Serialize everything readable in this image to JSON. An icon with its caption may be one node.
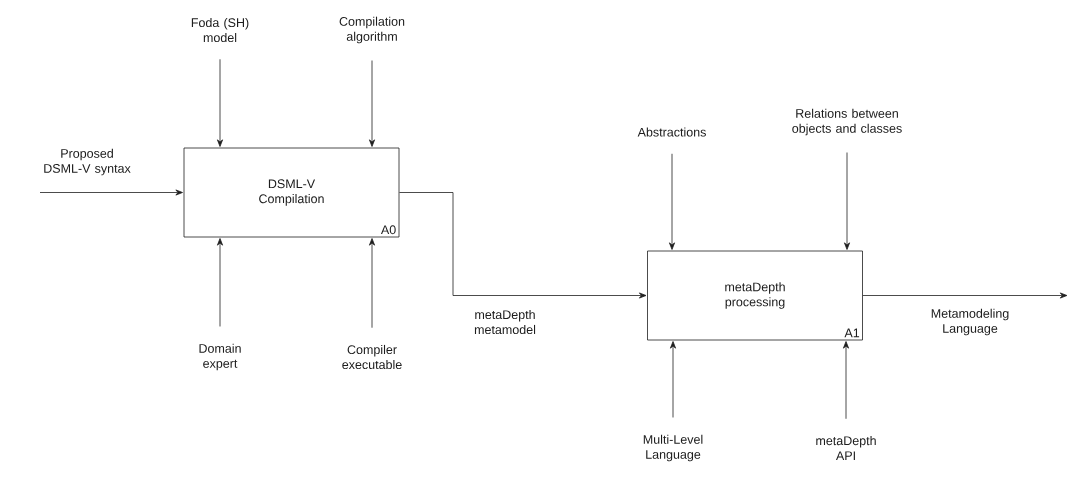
{
  "diagram": {
    "nodes": [
      {
        "text": [
          "Foda (SH) model"
        ]
      },
      {
        "text": [
          "Compilation algorithm"
        ]
      },
      {
        "text": [
          "DSML-V Compilation",
          "A0"
        ]
      },
      {
        "text": [
          "Domain expert"
        ]
      },
      {
        "text": [
          "Compiler executable"
        ]
      },
      {
        "text": [
          "Abstractions"
        ]
      },
      {
        "text": [
          "Relations between objects and classes"
        ]
      },
      {
        "text": [
          "metaDepth processing",
          "A1"
        ]
      },
      {
        "text": [
          "Multi-Level Language"
        ]
      },
      {
        "text": [
          "metaDepth API"
        ]
      }
    ],
    "edges": [
      {
        "from": null,
        "to": 2,
        "arrow": "to",
        "label": "Proposed DSML-V syntax"
      },
      {
        "from": 0,
        "to": 2,
        "arrow": "to"
      },
      {
        "from": 1,
        "to": 2,
        "arrow": "to"
      },
      {
        "from": 3,
        "to": 2,
        "arrow": "to"
      },
      {
        "from": 4,
        "to": 2,
        "arrow": "to"
      },
      {
        "from": 2,
        "to": 7,
        "arrow": "to",
        "label": "metaDepth metamodel"
      },
      {
        "from": 5,
        "to": 7,
        "arrow": "to"
      },
      {
        "from": 6,
        "to": 7,
        "arrow": "to"
      },
      {
        "from": 8,
        "to": 7,
        "arrow": "to"
      },
      {
        "from": 9,
        "to": 7,
        "arrow": "to"
      },
      {
        "from": 7,
        "to": null,
        "arrow": "to",
        "label": "Metamodeling Language"
      }
    ]
  }
}
